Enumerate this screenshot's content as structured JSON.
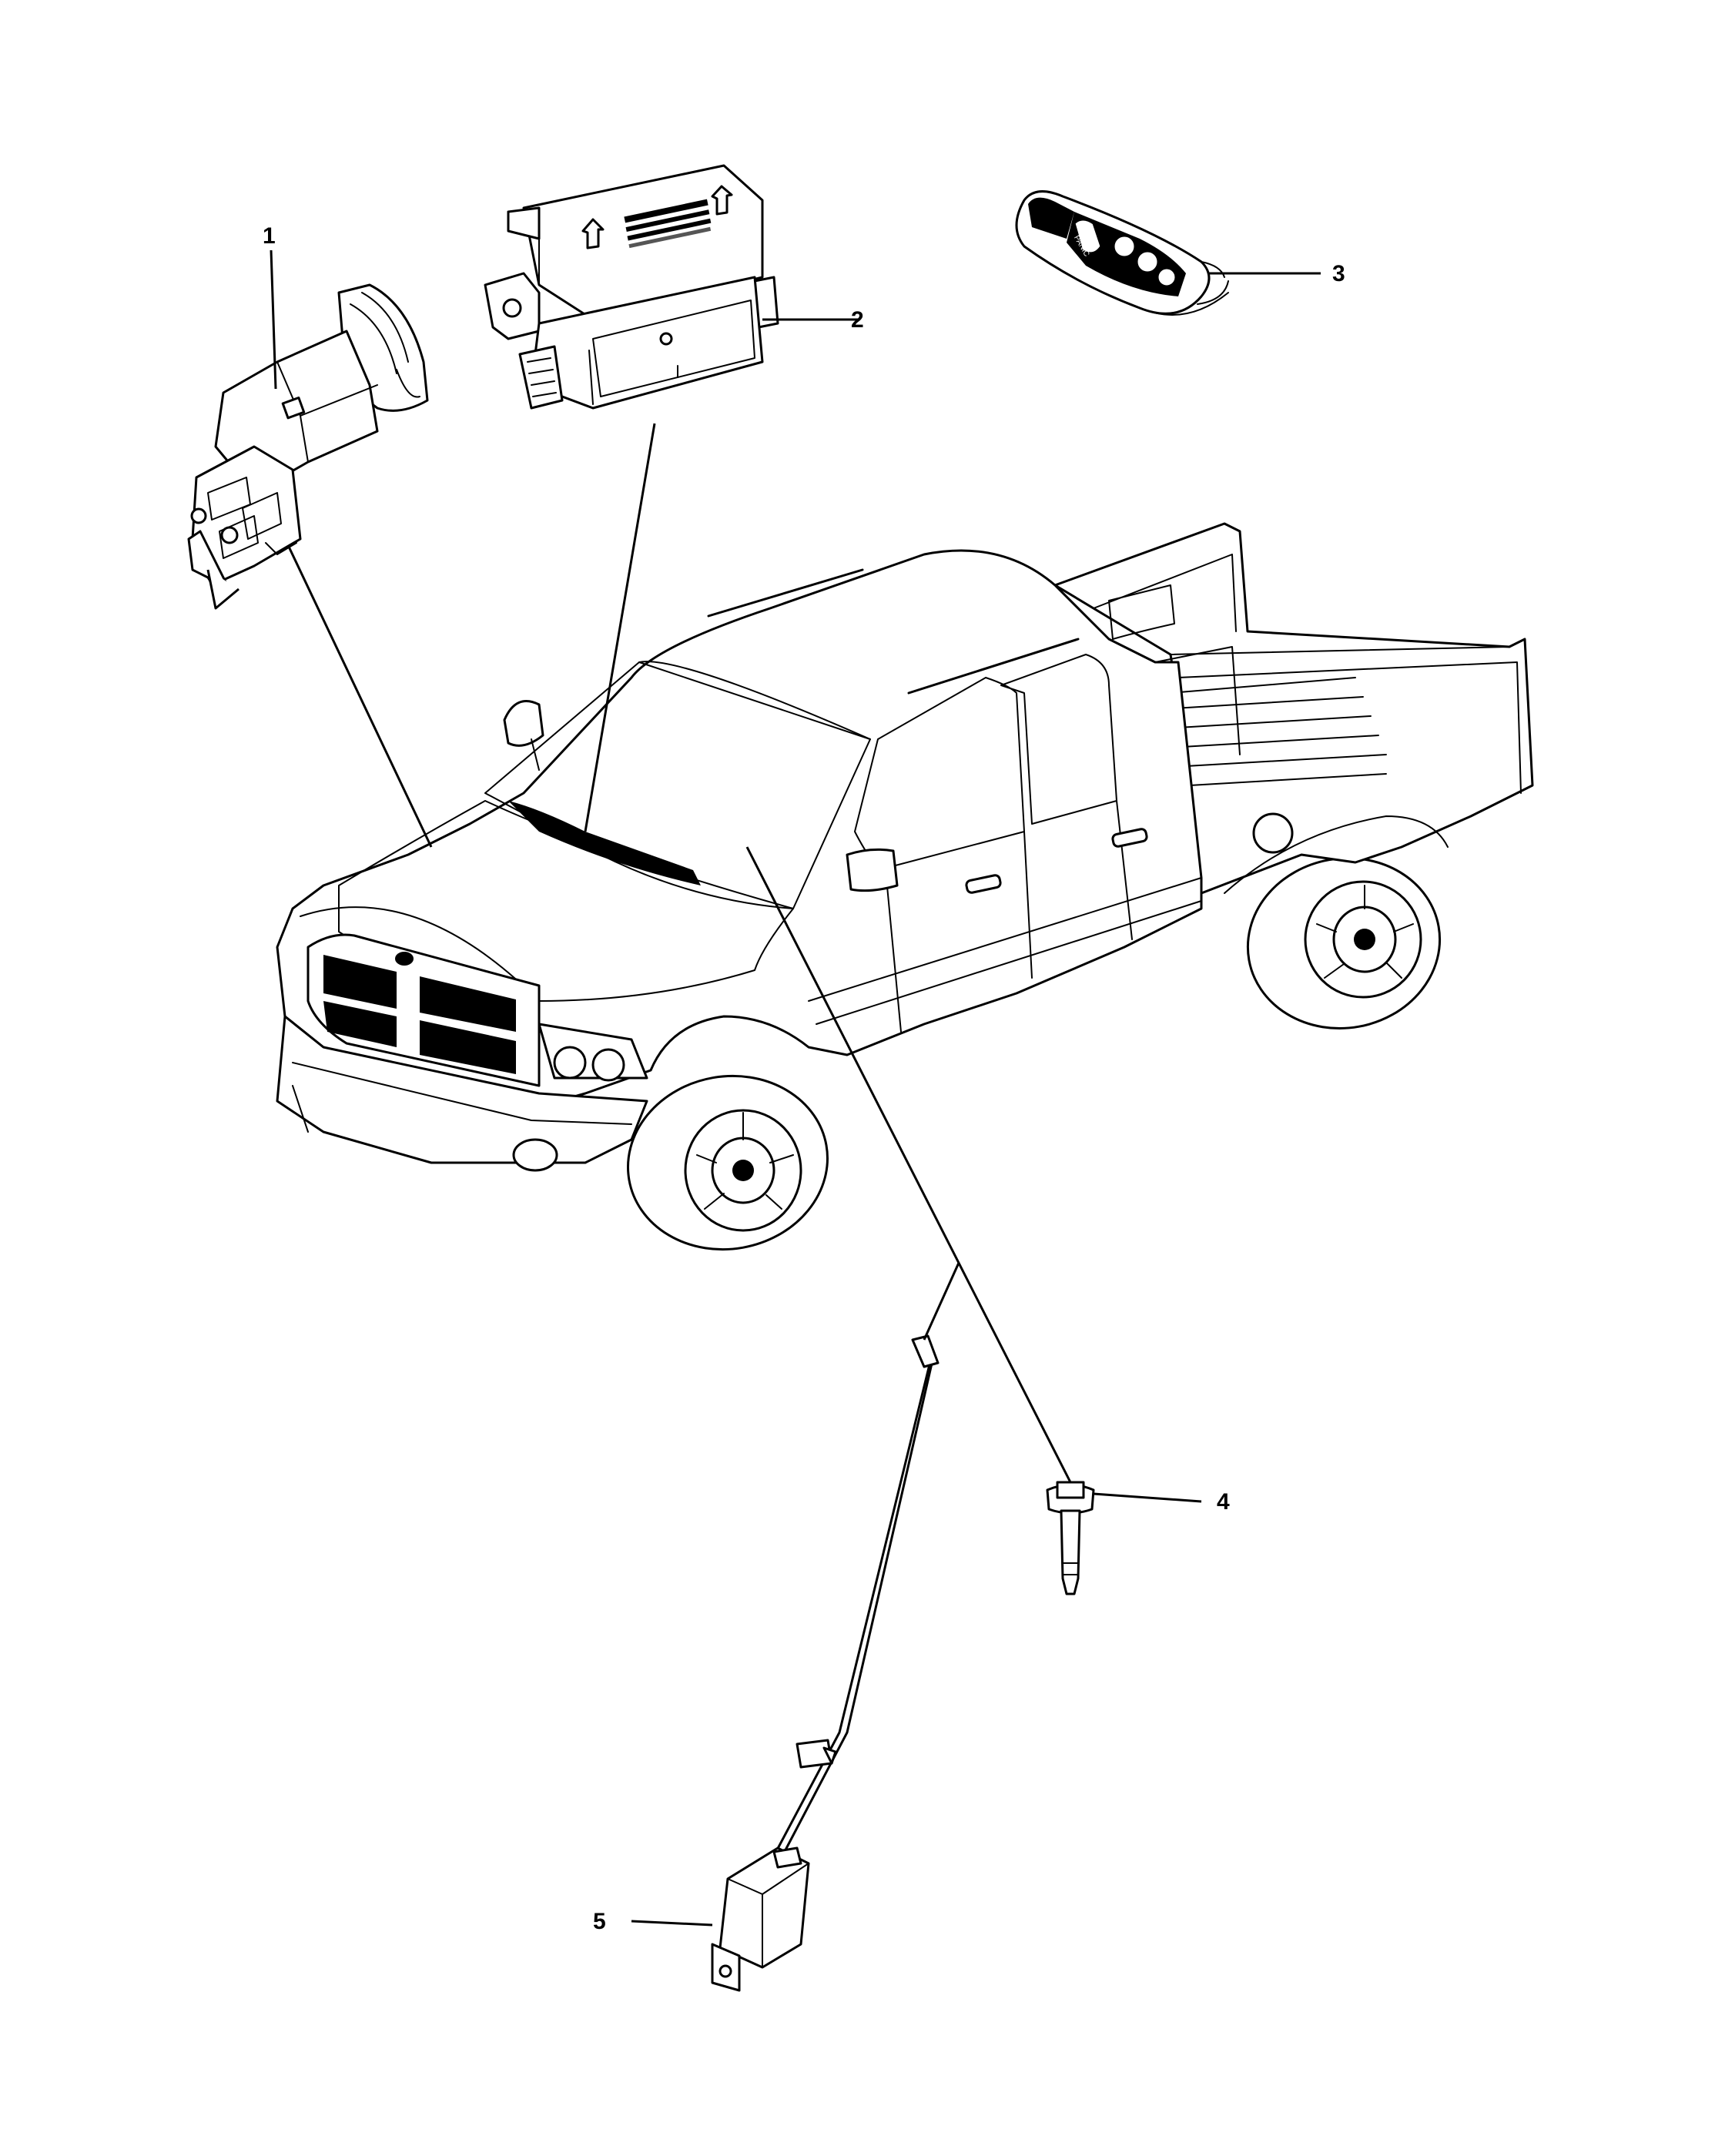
{
  "callouts": [
    {
      "id": "1",
      "label": "1"
    },
    {
      "id": "2",
      "label": "2"
    },
    {
      "id": "3",
      "label": "3"
    },
    {
      "id": "4",
      "label": "4"
    },
    {
      "id": "5",
      "label": "5"
    }
  ],
  "fob_button_text": "PANIC",
  "parts": [
    {
      "callout": "1",
      "icon": "ignition-node-module-icon"
    },
    {
      "callout": "2",
      "icon": "control-module-icon"
    },
    {
      "callout": "3",
      "icon": "key-fob-icon"
    },
    {
      "callout": "4",
      "icon": "bolt-icon"
    },
    {
      "callout": "5",
      "icon": "antenna-module-icon"
    }
  ],
  "vehicle": {
    "icon": "pickup-truck-icon"
  }
}
